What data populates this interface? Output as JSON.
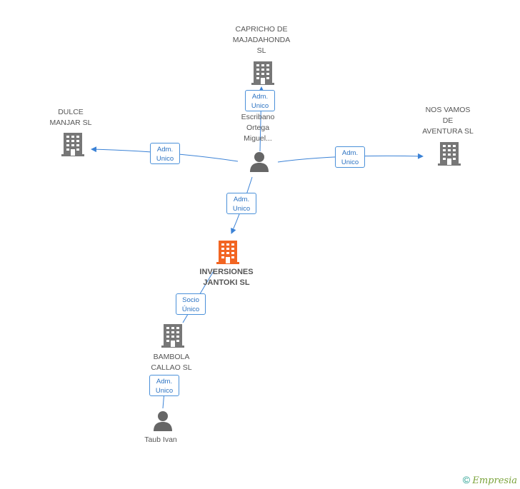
{
  "colors": {
    "edge": "#3b82d6",
    "building": "#777777",
    "building_focus": "#f26522",
    "person": "#666666"
  },
  "nodes": {
    "capricho": {
      "label_lines": [
        "CAPRICHO DE",
        "MAJADAHONDA",
        "SL"
      ],
      "icon": "building-icon"
    },
    "dulce": {
      "label_lines": [
        "DULCE",
        "MANJAR SL"
      ],
      "icon": "building-icon"
    },
    "nosvamos": {
      "label_lines": [
        "NOS VAMOS",
        "DE",
        "AVENTURA SL"
      ],
      "icon": "building-icon"
    },
    "escribano": {
      "label_lines": [
        "Escribano",
        "Ortega",
        "Miguel..."
      ],
      "icon": "person-icon"
    },
    "inversiones": {
      "label_lines": [
        "INVERSIONES",
        "JANTOKI SL"
      ],
      "icon": "building-icon"
    },
    "bambola": {
      "label_lines": [
        "BAMBOLA",
        "CALLAO SL"
      ],
      "icon": "building-icon"
    },
    "taub": {
      "label_lines": [
        "Taub Ivan"
      ],
      "icon": "person-icon"
    }
  },
  "edges": {
    "to_capricho": [
      "Adm.",
      "Unico"
    ],
    "to_dulce": [
      "Adm.",
      "Unico"
    ],
    "to_nosvamos": [
      "Adm.",
      "Unico"
    ],
    "to_inversiones": [
      "Adm.",
      "Unico"
    ],
    "inversiones_bambola": [
      "Socio",
      "Único"
    ],
    "bambola_taub": [
      "Adm.",
      "Unico"
    ]
  },
  "footer": {
    "copyright": "©",
    "brand_initial": "E",
    "brand_rest": "mpresia"
  }
}
